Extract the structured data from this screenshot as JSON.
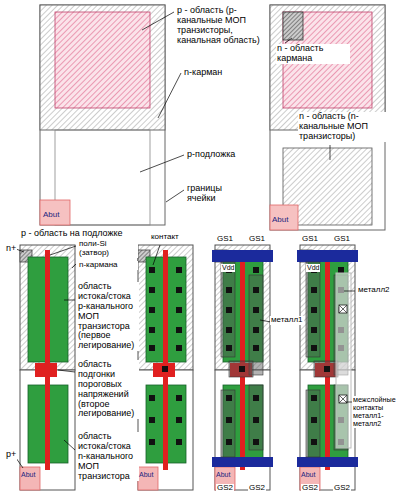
{
  "diagram": {
    "labels": [
      "p - область (p-канальные МОП транзисторы, канальная область)",
      "n-карман",
      "p-подложка",
      "границы ячейки",
      "Abut",
      "p - область на подложке",
      "n - область кармана",
      "n - область (n-канальные МОП транзисторы)",
      "Abut",
      "n+",
      "поли-Si (затвор)",
      "n-кармана",
      "область истока/стока р-канального МОП транзистора (первое легирование)",
      "область подгонки пороговых напряжений (второе легирование)",
      "p+",
      "Abut",
      "область истока/стока n-канального МОП транзистора",
      "контакт",
      "Abut",
      "GS1",
      "GS1",
      "Vdd",
      "металл1",
      "GS2",
      "GS2",
      "Abut",
      "GS1",
      "GS1",
      "Vdd",
      "металл2",
      "межслойные контакты металл1-металл2",
      "GS2",
      "GS2",
      "Abut"
    ]
  }
}
